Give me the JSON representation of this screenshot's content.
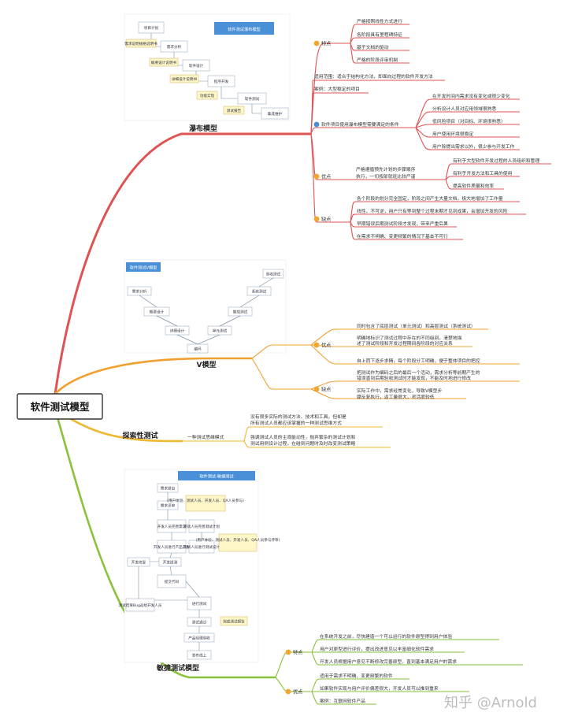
{
  "root": {
    "label": "软件测试模型"
  },
  "branches": {
    "waterfall": {
      "label": "瀑布模型"
    },
    "v": {
      "label": "V模型"
    },
    "explore": {
      "label": "探索性测试"
    },
    "agile": {
      "label": "敏捷测试模型"
    }
  },
  "waterfall": {
    "tezheng": "特点",
    "tezheng_items": [
      "严格按照线性方式进行",
      "各阶段具有里程碑特征",
      "基于文档的驱动",
      "严格的阶段评审机制"
    ],
    "scope": "适用范围：适合于结构化方法，即面向过程的软件开发方法",
    "case": "案例：大型稳定的项目",
    "cond": "软件项目使用瀑布模型需要满足的条件",
    "cond_items": [
      "在开发时间内需求没有变化或很少变化",
      "分析设计人员对应用领域很熟悉",
      "低风险项目（对目标、环境很熟悉）",
      "用户使用环境很稳定",
      "用户除提出需求以外，很少参与开发工作"
    ],
    "youdian": "优点",
    "youdian_left_1": "严格遵循预先计划的步骤顺序",
    "youdian_left_2": "执行，一切按部就班比较严谨",
    "youdian_items": [
      "有利于大型软件开发过程的人员组织和管理",
      "有利于开发方法和工具的使用",
      "提高软件质量和效率"
    ],
    "quedian": "缺点",
    "quedian_items": [
      "各个阶段的划分完全固定，阶段之间产生大量文档，极大地增加了工作量",
      "线性、不可逆，用户只有等到整个过程末期才见到成果，会增加开发的风险",
      "早期错误后期测试阶段才发现，带来严重后果",
      "在需求不明确、变更频繁的情况下基本不可行"
    ]
  },
  "v": {
    "youdian": "优点",
    "youdian_items": [
      "同时包含了底层测试（单元测试）和高层测试（系统测试）",
      "明确地标识了测试过程中存在的不同级别，清楚地描",
      "述了测试阶段和开发过程期间各阶段的对应关系",
      "自上而下逐步求精，每个阶段分工明确，便于整体项目的把控"
    ],
    "quedian": "缺点",
    "quedian_items": [
      "把测试作为编码之后的最后一个活动，需求分析等前期产生的",
      "错误直到后期验收测试时才能发现，不能及时地进行修改",
      "实际工作中，需求经常变化，导致V模型步",
      "骤反复执行，返工量很大，灵活度较低"
    ]
  },
  "explore": {
    "mode": "一种测试思维模式",
    "items": [
      "没有很多实际的测试方法、技术和工具，但却是",
      "所有测试人员都应该掌握的一种测试思维方式",
      "强调测试人员的主观能动性，抛弃繁杂的测试计划和",
      "测试用例设计过程，在碰到问题时及时改变测试策略"
    ]
  },
  "agile": {
    "tezheng": "特点",
    "tezheng_items": [
      "在系统开发之前，尽快建造一个可以运行的软件原型得到用户体验",
      "用户对原型进行评价，提出改进意见以丰富细化软件需求",
      "开发人员根据用户意见不断修改完善原型，直到基本满足用户的需求"
    ],
    "youdian": "优点",
    "youdian_items": [
      "适用于需求不明确、变更频繁的软件",
      "如果软件实现与用户评价偏差很大，开发人员可以推到重来",
      "案例：互联网软件产品"
    ]
  },
  "thumbs": {
    "waterfall": {
      "title": "软件测试瀑布模型",
      "steps": [
        "项目计划",
        "需求分析",
        "软件设计",
        "程序开发",
        "软件测试",
        "集成维护"
      ],
      "notes": [
        "需求说明规格说明书",
        "概要设计说明书",
        "详细设计说明书",
        "功能实现",
        "测试报告"
      ]
    },
    "v": {
      "title": "软件测试V模型",
      "steps": [
        "需求分析",
        "概要设计",
        "详细设计",
        "编码",
        "单元测试",
        "集成测试",
        "系统测试",
        "验收测试"
      ]
    },
    "agile": {
      "title": "软件测试-敏捷测试",
      "steps": [
        "需求提出",
        "需求评审",
        "开发人员完善需求",
        "测试人员完善测试计划",
        "开发人员进行产品开发",
        "测试人员进行测试设计",
        "开发提测",
        "提交代码",
        "进行测试",
        "测试通过",
        "产品经理验收",
        "发布线上",
        "开发修复"
      ],
      "notes": [
        "(用户体验、测试人员、开发人员、QA人员参与)",
        "(用户体验、测试人员、开发人员、QA人员参与评审)",
        "测试结果Bug返给开发人员",
        "完成测试报告"
      ]
    }
  },
  "watermark": "知乎 @Arnold",
  "colors": {
    "waterfall": "#e05353",
    "v": "#f0a030",
    "explore": "#f0b830",
    "agile": "#8ac23c",
    "icon_orange": "#f4a62a",
    "icon_blue": "#4a90d9"
  }
}
